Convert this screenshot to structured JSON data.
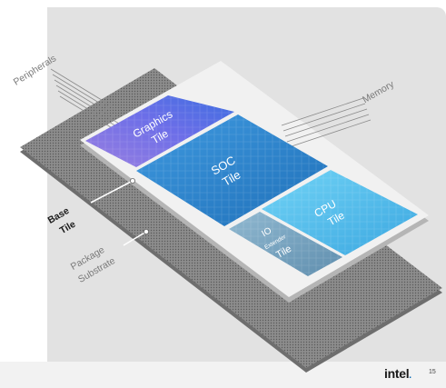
{
  "labels": {
    "peripherals": "Peripherals",
    "memory": "Memory",
    "base_tile_line1": "Base",
    "base_tile_line2": "Tile",
    "package_line1": "Package",
    "package_line2": "Substrate"
  },
  "tiles": {
    "graphics": {
      "line1": "Graphics",
      "line2": "Tile"
    },
    "soc": {
      "line1": "SOC",
      "line2": "Tile"
    },
    "cpu": {
      "line1": "CPU",
      "line2": "Tile"
    },
    "io": {
      "line1": "IO",
      "line2": "Extender",
      "line3": "Tile"
    }
  },
  "footer": {
    "brand": "intel",
    "page_number": "15"
  },
  "colors": {
    "slide_background": "#e2e2e2",
    "substrate": "#8f8f8f",
    "base_tile": "#f1f1f1",
    "graphics_tile": "#6e6ee6",
    "soc_tile": "#2d86cc",
    "cpu_tile": "#5fc4ee",
    "io_tile": "#7aa6c2",
    "intel_blue": "#0068b5"
  }
}
